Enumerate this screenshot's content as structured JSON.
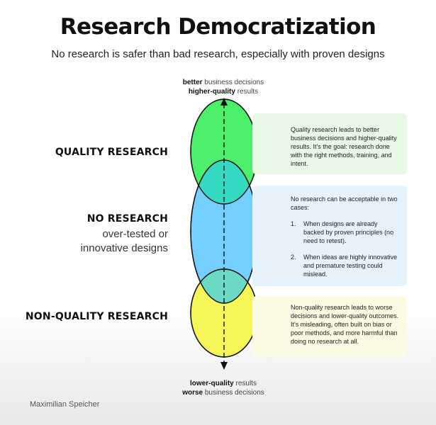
{
  "title": "Research Democratization",
  "subtitle": "No research is safer than bad research, especially with proven designs",
  "axis": {
    "top": [
      {
        "bold": "better",
        "rest": " business decisions"
      },
      {
        "bold": "higher-quality",
        "rest": " results"
      }
    ],
    "bottom": [
      {
        "bold": "lower-quality",
        "rest": " results"
      },
      {
        "bold": "worse",
        "rest": " business decisions"
      }
    ]
  },
  "zones": {
    "quality": {
      "label": "QUALITY RESEARCH",
      "color": "#4cef6c",
      "description": "Quality research leads to better business decisions and higher-quality results. It's the goal: research done with the right methods, training, and intent."
    },
    "none": {
      "label": "NO RESEARCH",
      "sublabel_line1": "over-tested or",
      "sublabel_line2": "innovative designs",
      "color": "#74cfff",
      "intro": "No research can be acceptable in two cases:",
      "cases": [
        {
          "num": "1.",
          "text": "When designs are already backed by proven principles (no need to retest)."
        },
        {
          "num": "2.",
          "text": "When ideas are highly innovative and premature testing could mislead."
        }
      ]
    },
    "nonquality": {
      "label": "NON-QUALITY RESEARCH",
      "color": "#f5f55a",
      "description": "Non-quality research leads to worse decisions and lower-quality outcomes. It's misleading, often built on bias or poor methods, and more harmful than doing no research at all."
    }
  },
  "overlap_colors": {
    "top": "#33d9c1",
    "bottom": "#6cd9c4"
  },
  "author": "Maximilian Speicher"
}
